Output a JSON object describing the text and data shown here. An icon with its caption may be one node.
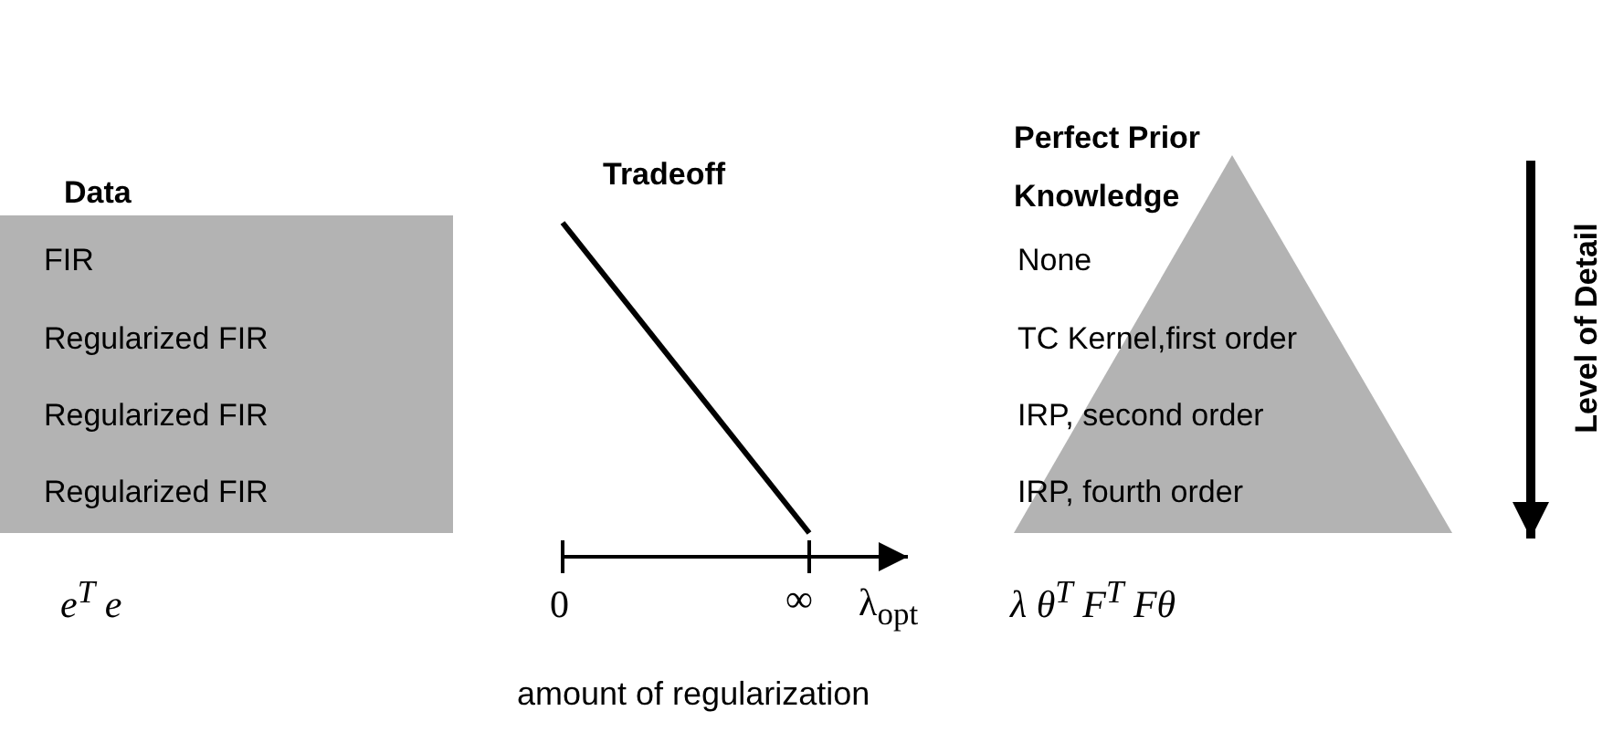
{
  "diagram": {
    "nodes": [
      {
        "text": [
          "FIR",
          "Regularized FIR",
          "Regularized FIR",
          "Regularized FIR"
        ]
      },
      {
        "text": [
          "None",
          "TC Kernel,first order",
          "IRP, second order",
          "IRP, fourth order"
        ]
      }
    ],
    "labels": [
      "Data",
      "Tradeoff",
      "Perfect Prior Knowledge",
      "Level of Detail",
      "e$^{T}$ e",
      "0",
      "∞",
      "λ$_{opt}$",
      "λ θ$^{T}$ F$^{T}$ Fθ",
      "amount of regularization"
    ]
  }
}
